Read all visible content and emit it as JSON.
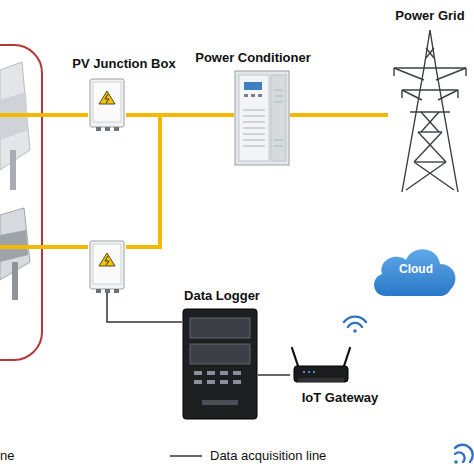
{
  "diagram": {
    "nodes": [
      {
        "text": [
          "PV Junction Box"
        ]
      },
      {
        "text": [
          "Power Conditioner"
        ]
      },
      {
        "text": [
          "Power Grid"
        ]
      },
      {
        "text": [
          "Data Logger"
        ]
      },
      {
        "text": [
          "IoT Gateway"
        ]
      },
      {
        "text": [
          "Cloud"
        ]
      }
    ],
    "edges": [
      {
        "from": 0,
        "to": 1,
        "arrow": "none"
      },
      {
        "from": 1,
        "to": 2,
        "arrow": "none"
      },
      {
        "from": 3,
        "to": 4,
        "arrow": "none"
      }
    ],
    "legend": [
      {
        "text": "ne"
      },
      {
        "text": "Data acquisition line"
      }
    ]
  }
}
